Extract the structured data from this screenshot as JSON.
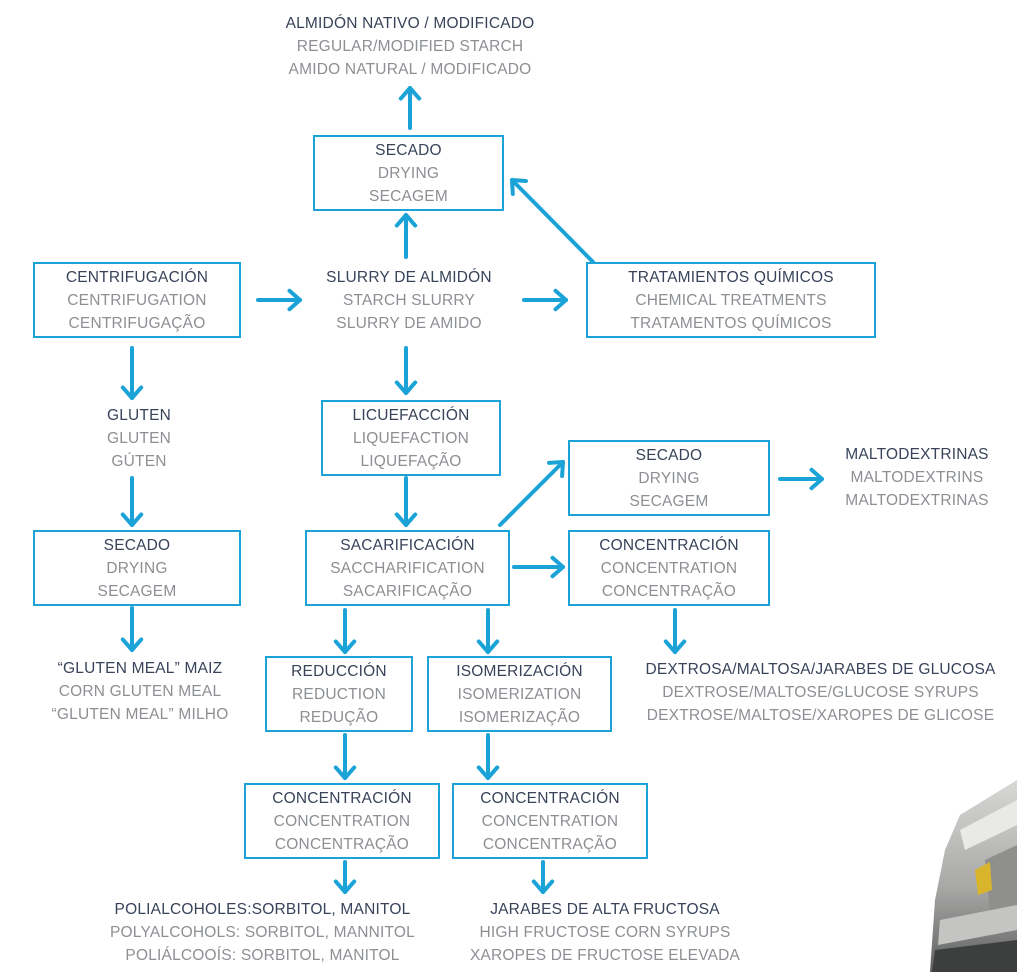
{
  "colors": {
    "arrow": "#1ba3d8",
    "box_border": "#1ba3d8",
    "primary_text": "#38435a",
    "secondary_text": "#8c8f93"
  },
  "nodes": {
    "starch": {
      "l1": "ALMIDÓN NATIVO / MODIFICADO",
      "l2": "REGULAR/MODIFIED STARCH",
      "l3": "AMIDO NATURAL / MODIFICADO"
    },
    "drying_top": {
      "l1": "SECADO",
      "l2": "DRYING",
      "l3": "SECAGEM"
    },
    "centrifugation": {
      "l1": "CENTRIFUGACIÓN",
      "l2": "CENTRIFUGATION",
      "l3": "CENTRIFUGAÇÃO"
    },
    "slurry": {
      "l1": "SLURRY DE ALMIDÓN",
      "l2": "STARCH SLURRY",
      "l3": "SLURRY DE AMIDO"
    },
    "chemical": {
      "l1": "TRATAMIENTOS QUÍMICOS",
      "l2": "CHEMICAL TREATMENTS",
      "l3": "TRATAMENTOS QUÍMICOS"
    },
    "gluten": {
      "l1": "GLUTEN",
      "l2": "GLUTEN",
      "l3": "GÚTEN"
    },
    "liquefaction": {
      "l1": "LICUEFACCIÓN",
      "l2": "LIQUEFACTION",
      "l3": "LIQUEFAÇÃO"
    },
    "drying_right": {
      "l1": "SECADO",
      "l2": "DRYING",
      "l3": "SECAGEM"
    },
    "maltodextrins": {
      "l1": "MALTODEXTRINAS",
      "l2": "MALTODEXTRINS",
      "l3": "MALTODEXTRINAS"
    },
    "drying_left": {
      "l1": "SECADO",
      "l2": "DRYING",
      "l3": "SECAGEM"
    },
    "saccharification": {
      "l1": "SACARIFICACIÓN",
      "l2": "SACCHARIFICATION",
      "l3": "SACARIFICAÇÃO"
    },
    "concentration_right": {
      "l1": "CONCENTRACIÓN",
      "l2": "CONCENTRATION",
      "l3": "CONCENTRAÇÃO"
    },
    "gluten_meal": {
      "l1": "“GLUTEN MEAL” MAIZ",
      "l2": "CORN GLUTEN MEAL",
      "l3": "“GLUTEN MEAL” MILHO"
    },
    "reduction": {
      "l1": "REDUCCIÓN",
      "l2": "REDUCTION",
      "l3": "REDUÇÃO"
    },
    "isomerization": {
      "l1": "ISOMERIZACIÓN",
      "l2": "ISOMERIZATION",
      "l3": "ISOMERIZAÇÃO"
    },
    "dextrose": {
      "l1": "DEXTROSA/MALTOSA/JARABES DE GLUCOSA",
      "l2": "DEXTROSE/MALTOSE/GLUCOSE SYRUPS",
      "l3": "DEXTROSE/MALTOSE/XAROPES DE GLICOSE"
    },
    "concentration_left": {
      "l1": "CONCENTRACIÓN",
      "l2": "CONCENTRATION",
      "l3": "CONCENTRAÇÃO"
    },
    "concentration_mid": {
      "l1": "CONCENTRACIÓN",
      "l2": "CONCENTRATION",
      "l3": "CONCENTRAÇÃO"
    },
    "polyalcohols": {
      "l1": "POLIALCOHOLES:SORBITOL, MANITOL",
      "l2": "POLYALCOHOLS: SORBITOL, MANNITOL",
      "l3": "POLIÁLCOOÍS: SORBITOL, MANITOL"
    },
    "hfcs": {
      "l1": "JARABES DE ALTA FRUCTOSA",
      "l2": "HIGH FRUCTOSE CORN SYRUPS",
      "l3": "XAROPES DE FRUCTOSE ELEVADA"
    }
  },
  "edges": [
    [
      "drying_top",
      "starch"
    ],
    [
      "slurry",
      "drying_top"
    ],
    [
      "chemical",
      "drying_top"
    ],
    [
      "centrifugation",
      "slurry"
    ],
    [
      "slurry",
      "chemical"
    ],
    [
      "centrifugation",
      "gluten"
    ],
    [
      "slurry",
      "liquefaction"
    ],
    [
      "gluten",
      "drying_left"
    ],
    [
      "liquefaction",
      "saccharification"
    ],
    [
      "saccharification",
      "drying_right"
    ],
    [
      "drying_right",
      "maltodextrins"
    ],
    [
      "saccharification",
      "concentration_right"
    ],
    [
      "drying_left",
      "gluten_meal"
    ],
    [
      "saccharification",
      "reduction"
    ],
    [
      "saccharification",
      "isomerization"
    ],
    [
      "concentration_right",
      "dextrose"
    ],
    [
      "reduction",
      "concentration_left"
    ],
    [
      "isomerization",
      "concentration_mid"
    ],
    [
      "concentration_left",
      "polyalcohols"
    ],
    [
      "concentration_mid",
      "hfcs"
    ]
  ]
}
